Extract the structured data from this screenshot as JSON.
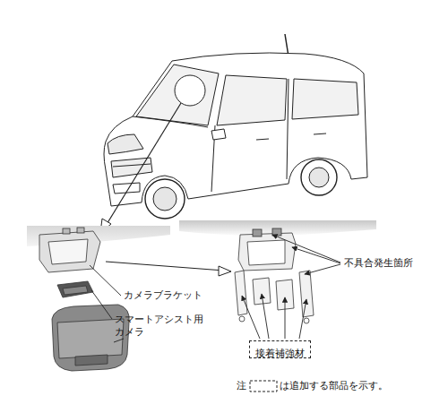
{
  "diagram": {
    "nodes": [
      {
        "text": [
          "接着補強材"
        ]
      }
    ],
    "labels": [
      "カメラブラケット",
      "スマートアシスト用 カメラ",
      "不具合発生箇所",
      "注",
      "は追加する部品を示す。"
    ]
  }
}
